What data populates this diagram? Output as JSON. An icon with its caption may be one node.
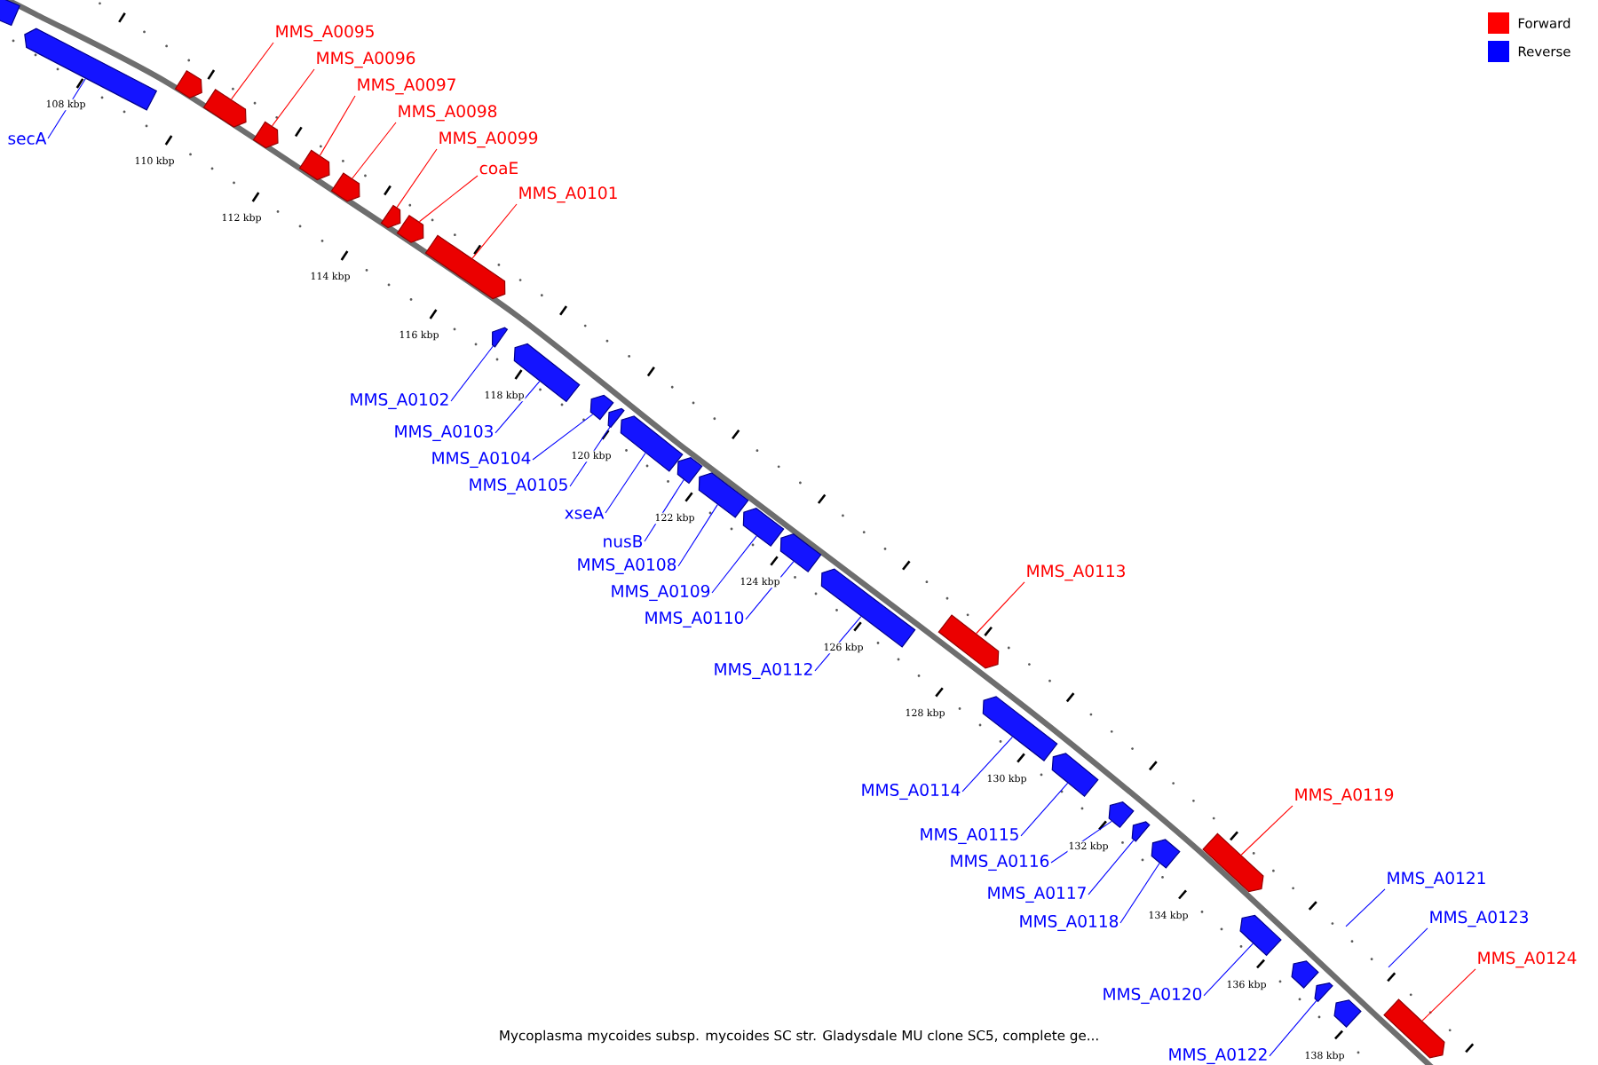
{
  "diagram": {
    "caption": "Mycoplasma mycoides subsp. mycoides SC str. Gladysdale MU clone SC5, complete ge...",
    "nodes": [
      {
        "text": [],
        "shape": "bar"
      },
      {
        "text": [],
        "shape": "bar"
      },
      {
        "text": [],
        "shape": "bar"
      },
      {
        "text": [],
        "shape": "bar"
      },
      {
        "text": [],
        "shape": "bar"
      },
      {
        "text": [],
        "shape": "bar"
      },
      {
        "text": [],
        "shape": "bar"
      },
      {
        "text": [],
        "shape": "bar"
      },
      {
        "text": [],
        "shape": "bar"
      },
      {
        "text": [],
        "shape": "bar"
      },
      {
        "text": [],
        "shape": "bar"
      },
      {
        "text": [],
        "shape": "bar"
      },
      {
        "text": [],
        "shape": "bar"
      },
      {
        "text": [],
        "shape": "bar"
      },
      {
        "text": [],
        "shape": "bar"
      },
      {
        "text": [],
        "shape": "bar"
      },
      {
        "text": [],
        "shape": "bar"
      },
      {
        "text": [],
        "shape": "bar"
      },
      {
        "text": [],
        "shape": "bar"
      },
      {
        "text": [],
        "shape": "bar"
      },
      {
        "text": [],
        "shape": "bar"
      },
      {
        "text": [],
        "shape": "bar"
      },
      {
        "text": [],
        "shape": "bar"
      },
      {
        "text": [],
        "shape": "bar"
      },
      {
        "text": [],
        "shape": "bar"
      },
      {
        "text": [],
        "shape": "bar"
      },
      {
        "text": [],
        "shape": "bar"
      },
      {
        "text": [],
        "shape": "bar"
      },
      {
        "text": [],
        "shape": "bar"
      },
      {
        "text": [],
        "shape": "bar"
      },
      {
        "text": [],
        "shape": "bar"
      },
      {
        "text": [],
        "shape": "bar"
      },
      {
        "text": [
          "secA"
        ]
      },
      {
        "text": [
          "MMS_A0095"
        ]
      },
      {
        "text": [
          "MMS_A0096"
        ]
      },
      {
        "text": [
          "MMS_A0097"
        ]
      },
      {
        "text": [
          "MMS_A0098"
        ]
      },
      {
        "text": [
          "MMS_A0099"
        ]
      },
      {
        "text": [
          "coaE"
        ]
      },
      {
        "text": [
          "MMS_A0101"
        ]
      },
      {
        "text": [
          "MMS_A0102"
        ]
      },
      {
        "text": [
          "MMS_A0103"
        ]
      },
      {
        "text": [
          "MMS_A0104"
        ]
      },
      {
        "text": [
          "MMS_A0105"
        ]
      },
      {
        "text": [
          "xseA"
        ]
      },
      {
        "text": [
          "nusB"
        ]
      },
      {
        "text": [
          "MMS_A0108"
        ]
      },
      {
        "text": [
          "MMS_A0109"
        ]
      },
      {
        "text": [
          "MMS_A0110"
        ]
      },
      {
        "text": [
          "MMS_A0112"
        ]
      },
      {
        "text": [
          "MMS_A0113"
        ]
      },
      {
        "text": [
          "MMS_A0114"
        ]
      },
      {
        "text": [
          "MMS_A0115"
        ]
      },
      {
        "text": [
          "MMS_A0116"
        ]
      },
      {
        "text": [
          "MMS_A0117"
        ]
      },
      {
        "text": [
          "MMS_A0118"
        ]
      },
      {
        "text": [
          "MMS_A0119"
        ]
      },
      {
        "text": [
          "MMS_A0120"
        ]
      },
      {
        "text": [
          "MMS_A0121"
        ]
      },
      {
        "text": [
          "MMS_A0122"
        ]
      },
      {
        "text": [
          "MMS_A0123"
        ]
      },
      {
        "text": [
          "MMS_A0124"
        ]
      }
    ],
    "edges": [
      {
        "from": 32,
        "to": 1,
        "arrow": "none"
      },
      {
        "from": 33,
        "to": 3,
        "arrow": "none",
        "color": "#ff0000"
      },
      {
        "from": 34,
        "to": 4,
        "arrow": "none",
        "color": "#ff0000"
      },
      {
        "from": 35,
        "to": 5,
        "arrow": "none",
        "color": "#ff0000"
      },
      {
        "from": 36,
        "to": 6,
        "arrow": "none",
        "color": "#ff0000"
      },
      {
        "from": 37,
        "to": 7,
        "arrow": "none",
        "color": "#ff0000"
      },
      {
        "from": 38,
        "to": 8,
        "arrow": "none",
        "color": "#ff0000"
      },
      {
        "from": 39,
        "to": 9,
        "arrow": "none",
        "color": "#ff0000"
      },
      {
        "from": 40,
        "to": 10,
        "arrow": "none"
      },
      {
        "from": 41,
        "to": 11,
        "arrow": "none"
      },
      {
        "from": 42,
        "to": 12,
        "arrow": "none"
      },
      {
        "from": 43,
        "to": 13,
        "arrow": "none"
      },
      {
        "from": 44,
        "to": 14,
        "arrow": "none"
      },
      {
        "from": 45,
        "to": 15,
        "arrow": "none"
      },
      {
        "from": 46,
        "to": 16,
        "arrow": "none"
      },
      {
        "from": 47,
        "to": 17,
        "arrow": "none"
      },
      {
        "from": 48,
        "to": 18,
        "arrow": "none"
      },
      {
        "from": 49,
        "to": 19,
        "arrow": "none"
      },
      {
        "from": 50,
        "to": 20,
        "arrow": "none",
        "color": "#ff0000"
      },
      {
        "from": 51,
        "to": 21,
        "arrow": "none"
      },
      {
        "from": 52,
        "to": 22,
        "arrow": "none"
      },
      {
        "from": 53,
        "to": 23,
        "arrow": "none"
      },
      {
        "from": 54,
        "to": 24,
        "arrow": "none"
      },
      {
        "from": 55,
        "to": 25,
        "arrow": "none"
      },
      {
        "from": 56,
        "to": 26,
        "arrow": "none",
        "color": "#ff0000"
      },
      {
        "from": 57,
        "to": 27,
        "arrow": "none"
      },
      {
        "from": 58,
        "to": null,
        "arrow": "none"
      },
      {
        "from": 59,
        "to": 29,
        "arrow": "none"
      },
      {
        "from": 60,
        "to": null,
        "arrow": "none"
      },
      {
        "from": 61,
        "to": 31,
        "arrow": "none",
        "color": "#ff0000"
      }
    ],
    "labels": [
      "108 kbp",
      "110 kbp",
      "112 kbp",
      "114 kbp",
      "116 kbp",
      "118 kbp",
      "120 kbp",
      "122 kbp",
      "124 kbp",
      "126 kbp",
      "128 kbp",
      "130 kbp",
      "132 kbp",
      "134 kbp",
      "136 kbp",
      "138 kbp"
    ],
    "legend": [
      {
        "text": "Forward",
        "color": "#ff0000"
      },
      {
        "text": "Reverse",
        "color": "#0000ff"
      }
    ]
  }
}
